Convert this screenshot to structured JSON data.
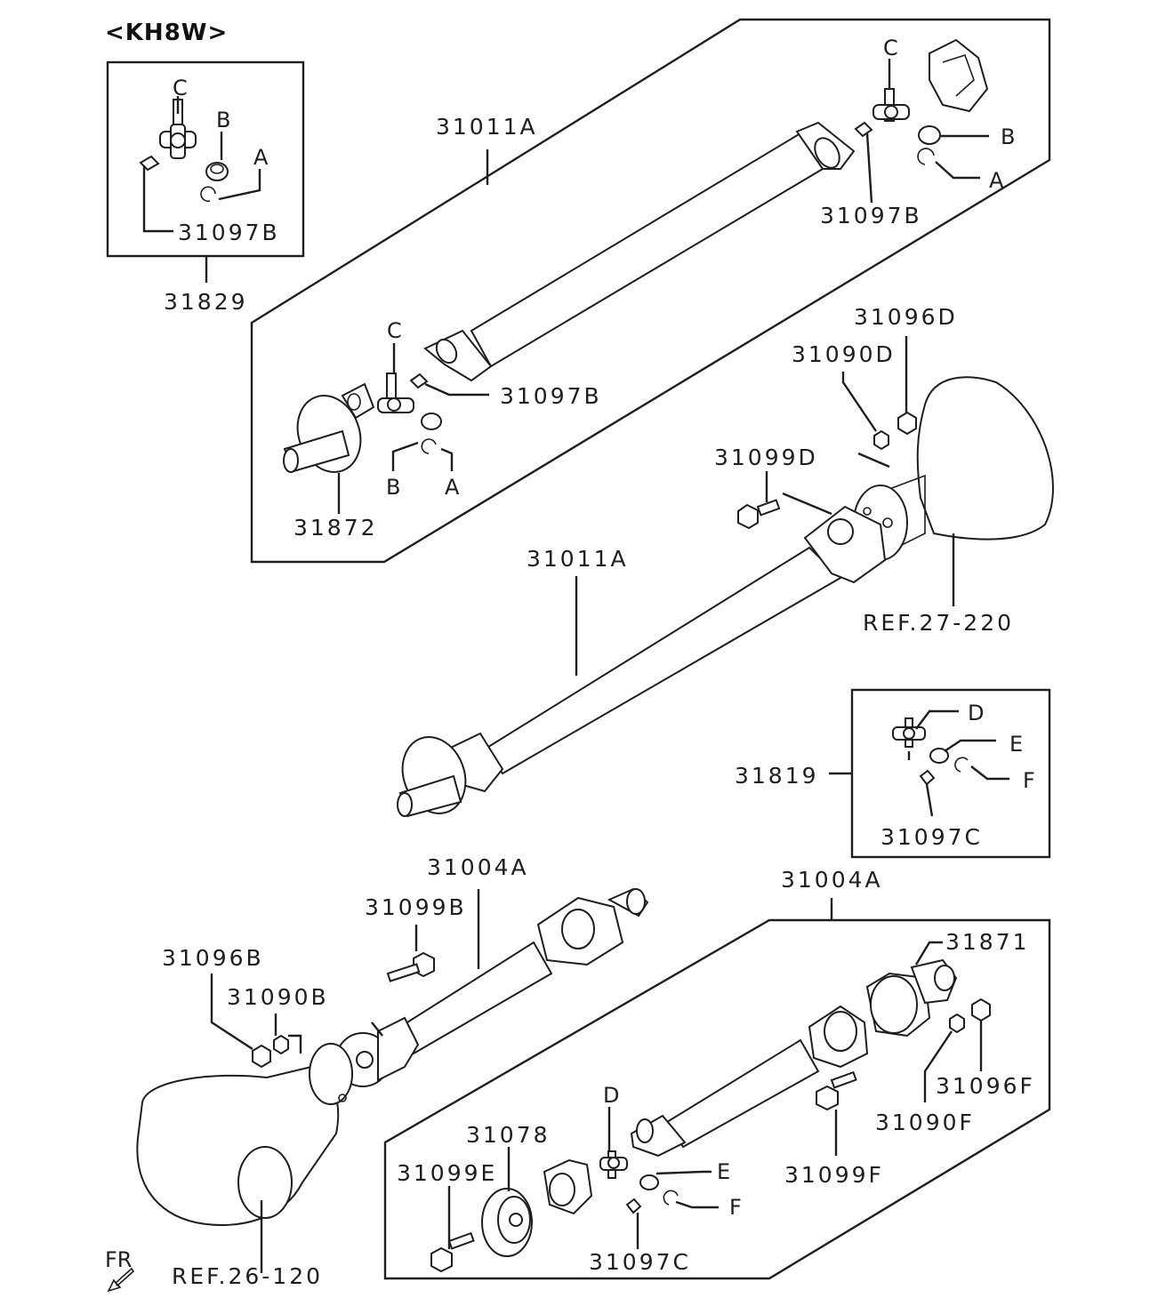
{
  "model_code": "<KH8W>",
  "labels": {
    "p31829": "31829",
    "p31097B_box": "31097B",
    "p31011A_top": "31011A",
    "p31097B_top": "31097B",
    "p31097B_mid": "31097B",
    "p31872": "31872",
    "p31096D": "31096D",
    "p31090D": "31090D",
    "p31099D": "31099D",
    "ref27": "REF.27-220",
    "p31011A_mid": "31011A",
    "p31819": "31819",
    "p31097C_box": "31097C",
    "p31004A_left": "31004A",
    "p31099B": "31099B",
    "p31096B": "31096B",
    "p31090B": "31090B",
    "p31004A_right": "31004A",
    "p31871": "31871",
    "p31096F": "31096F",
    "p31090F": "31090F",
    "p31099F": "31099F",
    "p31078": "31078",
    "p31099E": "31099E",
    "p31097C_bot": "31097C",
    "ref26": "REF.26-120",
    "fr": "FR"
  },
  "letters": {
    "a": "A",
    "b": "B",
    "c": "C",
    "d": "D",
    "e": "E",
    "f": "F"
  }
}
